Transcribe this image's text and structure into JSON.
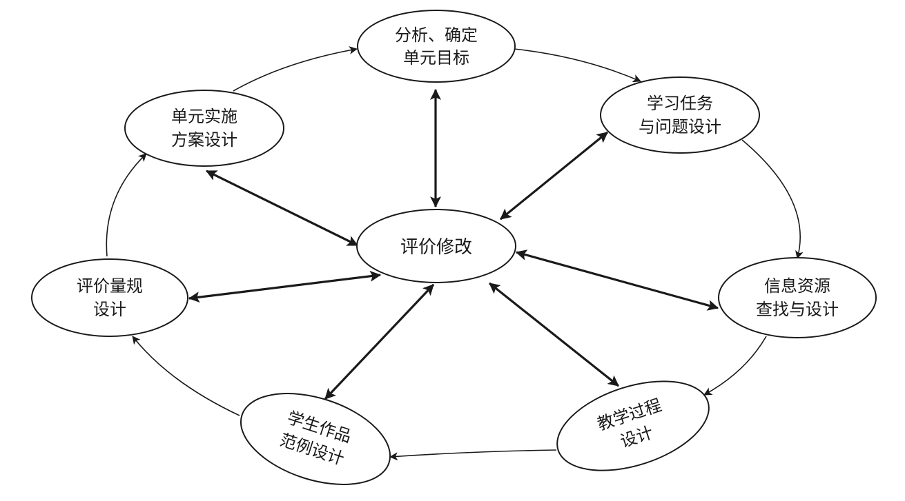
{
  "diagram": {
    "center": {
      "lines": [
        "评价修改"
      ]
    },
    "nodes": [
      {
        "id": "goal",
        "lines": [
          "分析、确定",
          "单元目标"
        ]
      },
      {
        "id": "task",
        "lines": [
          "学习任务",
          "与问题设计"
        ]
      },
      {
        "id": "resource",
        "lines": [
          "信息资源",
          "查找与设计"
        ]
      },
      {
        "id": "process",
        "lines": [
          "教学过程",
          "设计"
        ]
      },
      {
        "id": "sample",
        "lines": [
          "学生作品",
          "范例设计"
        ]
      },
      {
        "id": "rubric",
        "lines": [
          "评价量规",
          "设计"
        ]
      },
      {
        "id": "plan",
        "lines": [
          "单元实施",
          "方案设计"
        ]
      }
    ],
    "cycle_order": [
      "goal",
      "task",
      "resource",
      "process",
      "sample",
      "rubric",
      "plan"
    ],
    "spokes": "bidirectional",
    "colors": {
      "ink": "#1a1a1a",
      "background": "#ffffff"
    }
  }
}
